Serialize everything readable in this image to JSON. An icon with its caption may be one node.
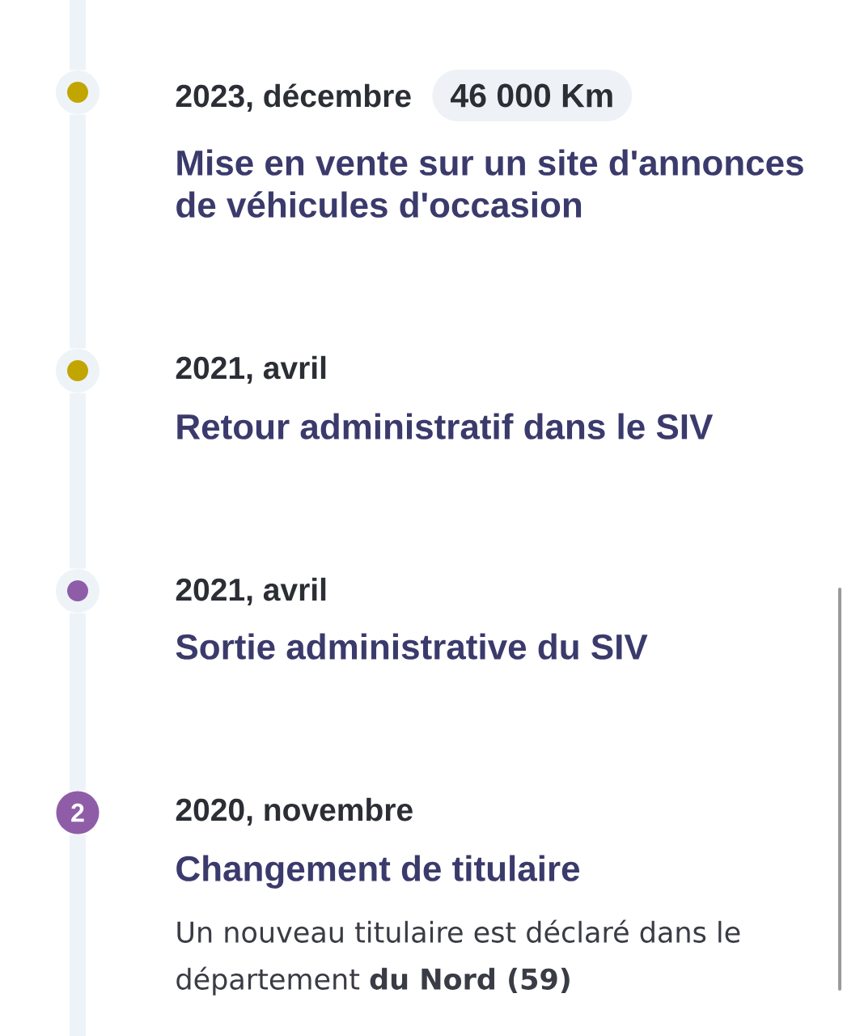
{
  "diagram": {
    "nodes": [
      {
        "text": [],
        "shape": "circle"
      },
      {
        "text": [
          "46 000 Km"
        ]
      },
      {
        "text": [],
        "shape": "circle"
      },
      {
        "text": [],
        "shape": "circle"
      },
      {
        "text": [
          "2"
        ]
      }
    ],
    "edges": [
      {
        "from": 0,
        "to": 2,
        "arrow": "none"
      },
      {
        "from": 2,
        "to": 3,
        "arrow": "none"
      },
      {
        "from": 3,
        "to": 4,
        "arrow": "none"
      }
    ],
    "labels": [
      "2023, décembre",
      "Mise en vente sur un site d'annonces de véhicules d'occasion",
      "2021, avril",
      "Retour administratif dans le SIV",
      "2021, avril",
      "Sortie administrative du SIV",
      "2020, novembre",
      "Changement de titulaire",
      "Un nouveau titulaire est déclaré dans le département **du Nord (59)**"
    ]
  }
}
